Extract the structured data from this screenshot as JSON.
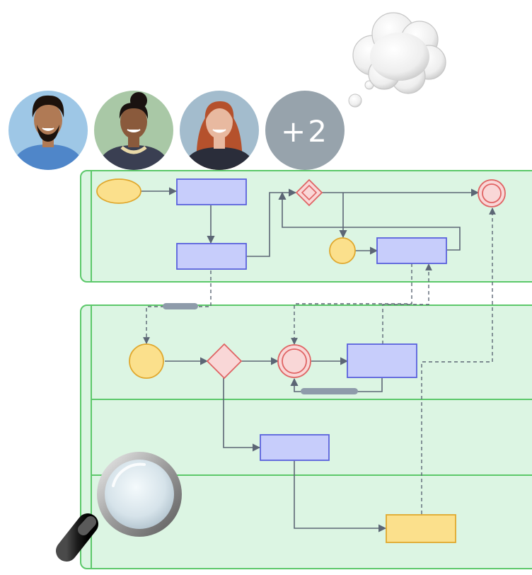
{
  "collaborators": {
    "members": [
      {
        "name": "collaborator-man-blue-shirt",
        "skin": "#b07a55",
        "hair": "#1d120c",
        "shirt": "#4f86c9",
        "bg": "#9ec7e6"
      },
      {
        "name": "collaborator-woman-bun",
        "skin": "#8a5a3c",
        "hair": "#1a1210",
        "shirt": "#3a3f52",
        "bg": "#a9c8a6"
      },
      {
        "name": "collaborator-woman-red-hair",
        "skin": "#e8b9a0",
        "hair": "#b5512c",
        "shirt": "#2a2d3a",
        "bg": "#a3bccd"
      }
    ],
    "overflow_label": "+2"
  },
  "icons": {
    "thought_bubble": "thought-bubble-icon",
    "magnifier": "magnifying-glass-icon"
  },
  "colors": {
    "pool_fill": "#dcf5e3",
    "pool_stroke": "#5cc86a",
    "task_fill": "#c7cdfb",
    "task_stroke": "#5a62dc",
    "event_fill": "#fbe08c",
    "event_stroke": "#e0a82e",
    "end_fill": "#f9d7d7",
    "end_stroke": "#e06464",
    "gateway_fill": "#f9d7d7",
    "gateway_stroke": "#e06464",
    "connector": "#5c6675",
    "data_bar": "#8e9baa",
    "overflow_bg": "#97a3ac"
  }
}
